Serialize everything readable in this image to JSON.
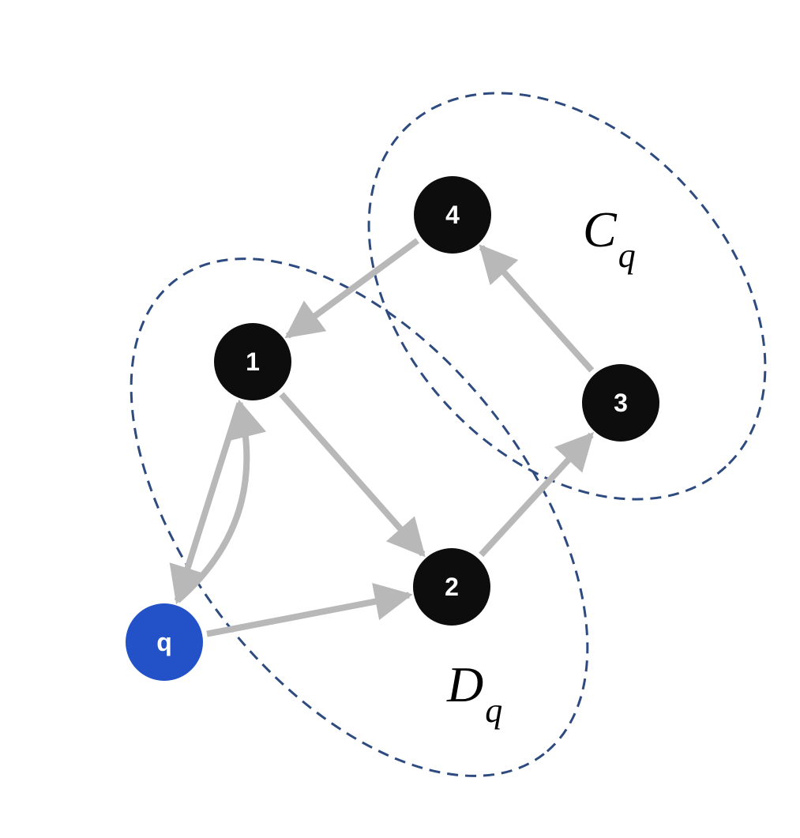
{
  "colors": {
    "node_fill": "#0d0d0d",
    "query_node_fill": "#2352c8",
    "edge": "#b8b8b8",
    "set_outline": "#2e4b80",
    "label_text": "#ffffff"
  },
  "nodes": [
    {
      "id": "q",
      "label": "q",
      "kind": "query"
    },
    {
      "id": "1",
      "label": "1",
      "kind": "regular"
    },
    {
      "id": "2",
      "label": "2",
      "kind": "regular"
    },
    {
      "id": "3",
      "label": "3",
      "kind": "regular"
    },
    {
      "id": "4",
      "label": "4",
      "kind": "regular"
    }
  ],
  "edges": [
    {
      "from": "q",
      "to": "1"
    },
    {
      "from": "1",
      "to": "q"
    },
    {
      "from": "q",
      "to": "2"
    },
    {
      "from": "1",
      "to": "2"
    },
    {
      "from": "2",
      "to": "3"
    },
    {
      "from": "3",
      "to": "4"
    },
    {
      "from": "4",
      "to": "1"
    }
  ],
  "sets": [
    {
      "id": "C",
      "main": "C",
      "sub": "q"
    },
    {
      "id": "D",
      "main": "D",
      "sub": "q"
    }
  ]
}
